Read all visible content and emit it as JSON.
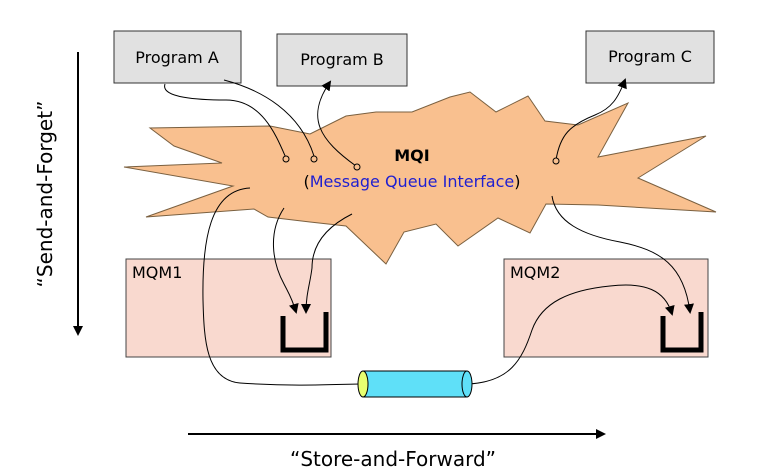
{
  "programs": {
    "a": "Program A",
    "b": "Program B",
    "c": "Program C"
  },
  "mqi": {
    "title": "MQI",
    "open_paren": "(",
    "subtitle": "Message Queue Interface",
    "close_paren": ")"
  },
  "queue_managers": {
    "left": "MQM1",
    "right": "MQM2"
  },
  "axes": {
    "vertical": "“Send-and-Forget”",
    "horizontal": "“Store-and-Forward”"
  },
  "colors": {
    "program_box": "#e1e1e1",
    "mqi_burst": "#f9c08f",
    "qm_box": "#f9d9cf",
    "channel": "#5fe0f8",
    "mqi_link_text": "#1f1fd0"
  }
}
